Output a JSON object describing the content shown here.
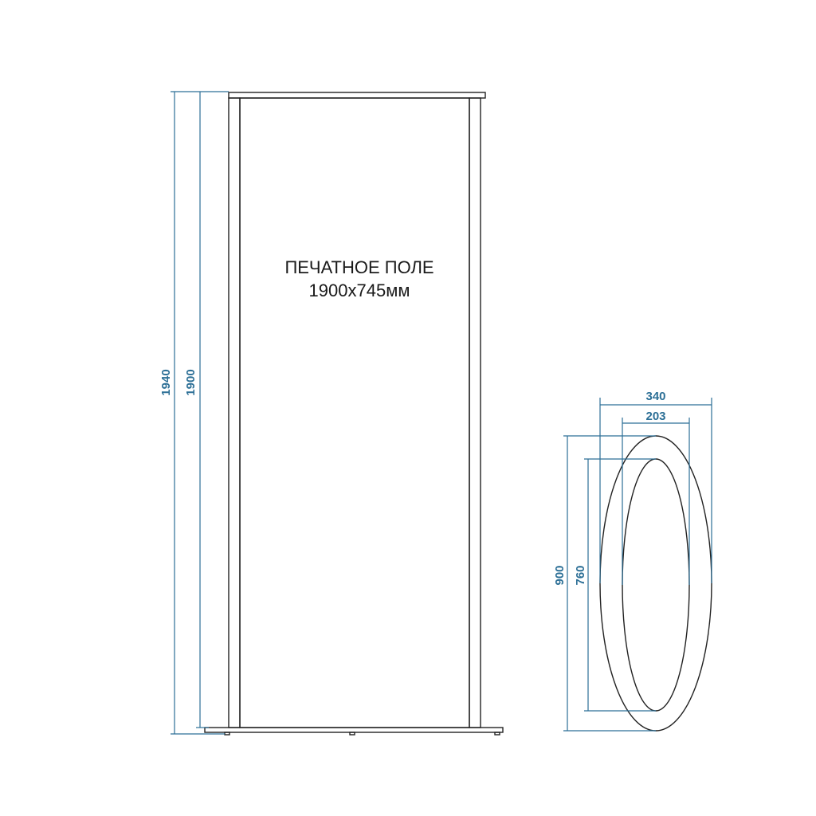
{
  "front_view": {
    "label_line1": "ПЕЧАТНОЕ ПОЛЕ",
    "label_line2": "1900x745мм",
    "dim_overall_height": "1940",
    "dim_print_height": "1900"
  },
  "base_view": {
    "dim_outer_width": "340",
    "dim_inner_width": "203",
    "dim_outer_length": "900",
    "dim_inner_length": "760"
  },
  "colors": {
    "dimension": "#2c6f96",
    "outline": "#222222"
  }
}
